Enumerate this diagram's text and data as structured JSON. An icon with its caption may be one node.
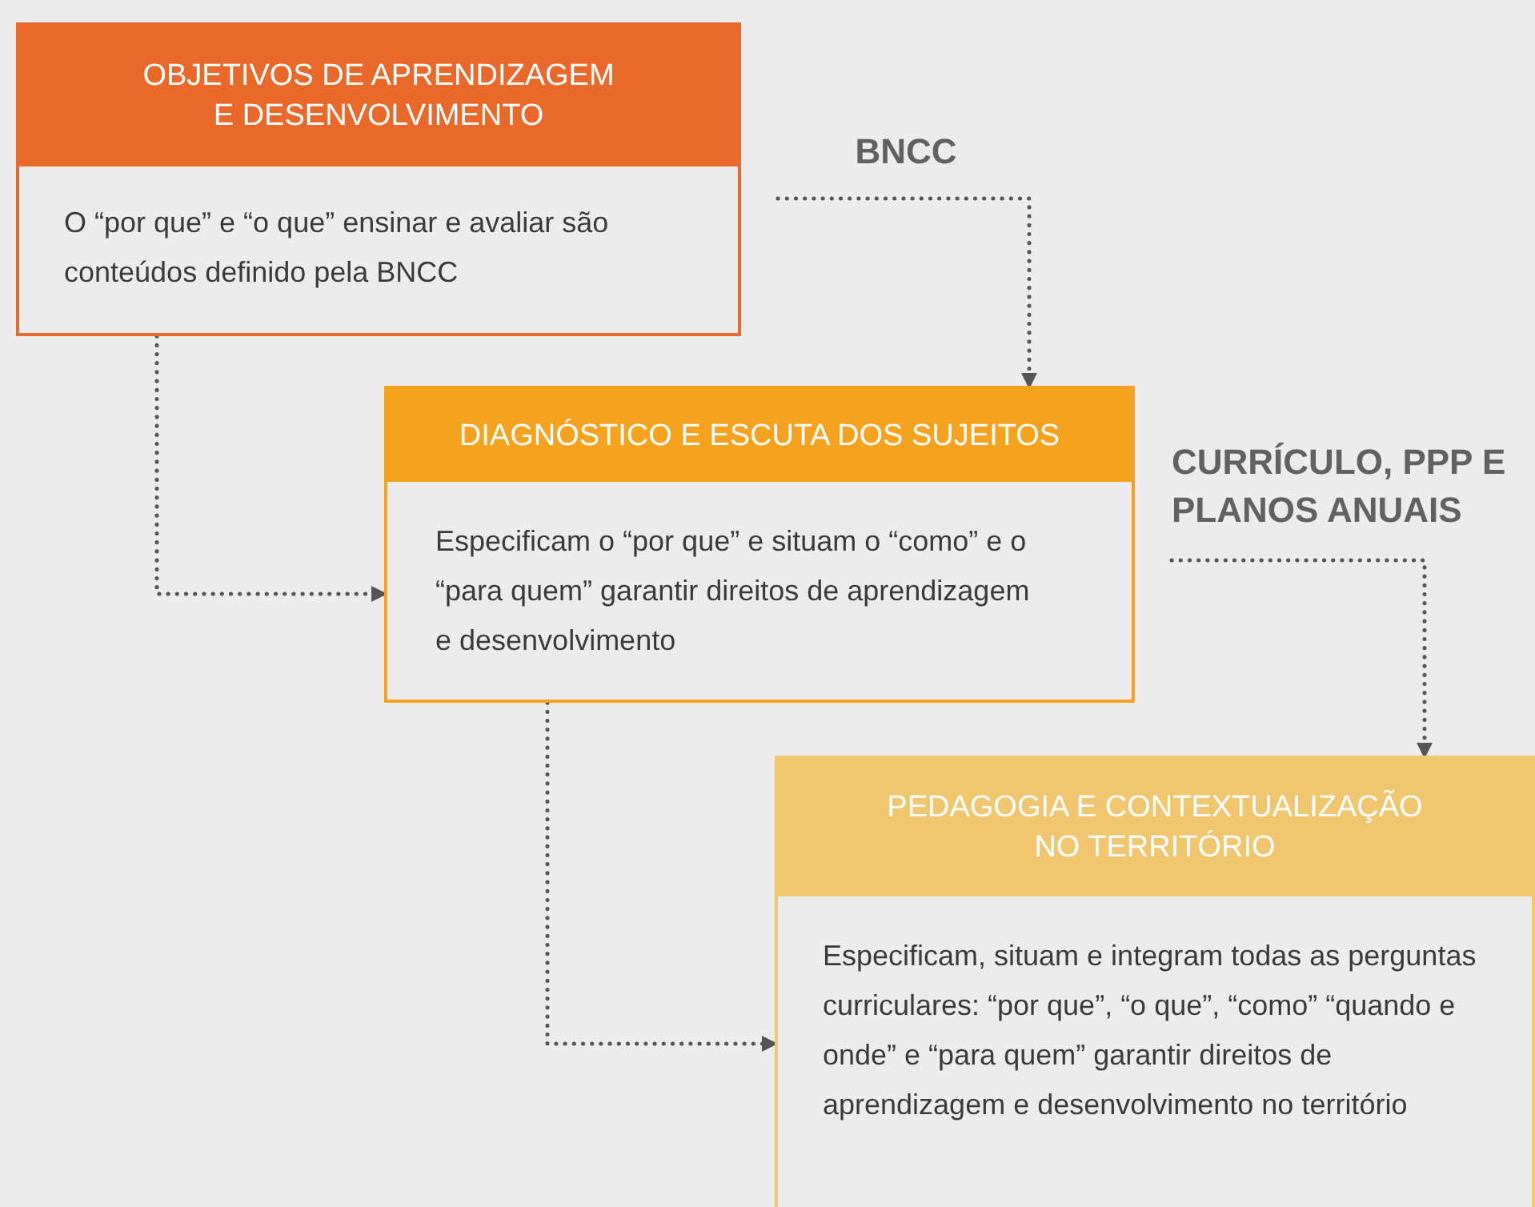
{
  "diagram": {
    "nodes": [
      {
        "text": [
          "OBJETIVOS DE APRENDIZAGEM E DESENVOLVIMENTO",
          "O “por que” e “o que” ensinar e avaliar são conteúdos definido pela BNCC"
        ]
      },
      {
        "text": [
          "DIAGNÓSTICO E ESCUTA DOS SUJEITOS",
          "Especificam o “por que” e situam o “como” e o “para quem” garantir direitos de aprendizagem e desenvolvimento"
        ]
      },
      {
        "text": [
          "PEDAGOGIA E CONTEXTUALIZAÇÃO NO TERRITÓRIO",
          "Especificam, situam e integram todas as perguntas curriculares: “por que”, “o que”, “como” “quando e onde” e “para quem” garantir direitos de aprendizagem e desenvolvimento no território"
        ]
      }
    ],
    "edges": [
      {
        "from": 0,
        "to": 1,
        "arrow": "to"
      },
      {
        "from": null,
        "to": 1,
        "arrow": "to"
      },
      {
        "from": 1,
        "to": 2,
        "arrow": "to"
      },
      {
        "from": null,
        "to": 2,
        "arrow": "to"
      }
    ],
    "labels": [
      "BNCC",
      "CURRÍCULO, PPP E PLANOS ANUAIS"
    ]
  }
}
